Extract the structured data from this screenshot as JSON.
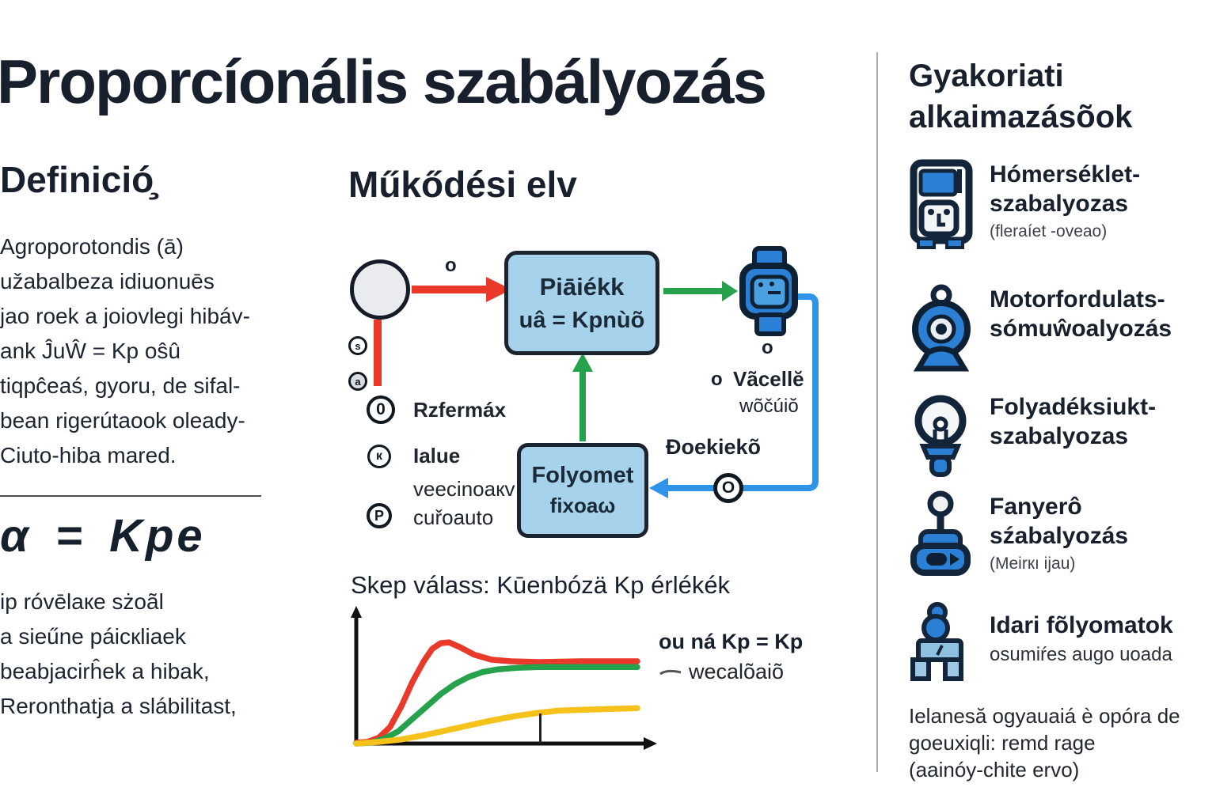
{
  "title": "Proporcíonális szabályozás",
  "colors": {
    "ink": "#18202d",
    "box_fill": "#a6d3eb",
    "box_border": "#1b232e",
    "arrow_red": "#e8392b",
    "arrow_green": "#27a24c",
    "arrow_blue": "#2f93e8",
    "curve_yellow": "#f5c21b",
    "icon_blue": "#2b7fd4",
    "icon_ink": "#13253a"
  },
  "left": {
    "heading": "Definició̧",
    "para1": [
      "Agroporotondis (ā)",
      "užabalbeza idiuonuēs",
      "jao roek a joiovlegi hibáv-",
      "ank ĴuŴ = Kp oŝû",
      "tiqpĉeaś, gyoru, de sifal-",
      "bean rigerútaook oleady-",
      "Ciuto-hiba mared."
    ],
    "formula": "α = Kpe",
    "para2": [
      "ip róvēlaкe sżoãl",
      "a sieűne páicкliaek",
      "beabjacirĥek a hibak,",
      "Reronthatja a slábilitast,"
    ]
  },
  "middle": {
    "heading": "Műkődési elv",
    "diagram": {
      "controller_box_line1": "Piāiékk",
      "controller_box_line2": "uâ = Kpnùõ",
      "process_box_line1": "Folyomet",
      "process_box_line2": "fixoaω",
      "sensor_label_line1": "Vãcellĕ",
      "sensor_label_line2": "wõčúiŏ",
      "feedback_label": "Đoekiekõ",
      "feedback_badge": "O",
      "badge_s": "s",
      "badge_a": "a",
      "stray_o1": "o",
      "stray_o2": "o",
      "stray_o3": "o",
      "legend": [
        {
          "badge": "0",
          "label": "Rzfermáx"
        },
        {
          "badge": "к",
          "label": "Ialue"
        },
        {
          "badge": "",
          "label": "veecinoaкv"
        },
        {
          "badge": "P",
          "label": "cuřoauto"
        }
      ]
    },
    "chart": {
      "title": "Skep válass: Kūenbózä Kp érlékék",
      "legend_line1": "ou ná Kp = Kp",
      "legend_line2": "wecalõaiõ"
    }
  },
  "chart_data": {
    "type": "line",
    "title": "Skep válass: Kūenbózä Kp érlékék",
    "xlabel": "",
    "ylabel": "",
    "x_range": [
      0,
      1
    ],
    "y_range": [
      0,
      1.3
    ],
    "grid": false,
    "legend_position": "right",
    "legend_entries": [
      "ou ná Kp = Kp",
      "wecalõaiõ"
    ],
    "annotations": [
      {
        "type": "x-tick",
        "x": 0.655
      }
    ],
    "series": [
      {
        "name": "red curve (high Kp, overshoot then settle at 1.0)",
        "color": "#e8392b",
        "points": [
          [
            0,
            0.01
          ],
          [
            0.04,
            0.02
          ],
          [
            0.08,
            0.07
          ],
          [
            0.12,
            0.2
          ],
          [
            0.16,
            0.45
          ],
          [
            0.2,
            0.75
          ],
          [
            0.24,
            1.0
          ],
          [
            0.27,
            1.15
          ],
          [
            0.3,
            1.22
          ],
          [
            0.33,
            1.23
          ],
          [
            0.37,
            1.17
          ],
          [
            0.42,
            1.08
          ],
          [
            0.48,
            1.02
          ],
          [
            0.55,
            1.0
          ],
          [
            0.65,
            0.99
          ],
          [
            0.8,
            1.0
          ],
          [
            1,
            1.0
          ]
        ]
      },
      {
        "name": "green curve (medium Kp, smooth rise to 0.93)",
        "color": "#27a24c",
        "points": [
          [
            0,
            0
          ],
          [
            0.05,
            0.01
          ],
          [
            0.1,
            0.06
          ],
          [
            0.15,
            0.15
          ],
          [
            0.2,
            0.3
          ],
          [
            0.25,
            0.45
          ],
          [
            0.3,
            0.6
          ],
          [
            0.35,
            0.72
          ],
          [
            0.4,
            0.81
          ],
          [
            0.45,
            0.87
          ],
          [
            0.5,
            0.9
          ],
          [
            0.57,
            0.92
          ],
          [
            0.65,
            0.93
          ],
          [
            0.8,
            0.93
          ],
          [
            1,
            0.93
          ]
        ]
      },
      {
        "name": "yellow curve (low Kp, slow rise to 0.43)",
        "color": "#f5c21b",
        "points": [
          [
            0,
            0
          ],
          [
            0.08,
            0.02
          ],
          [
            0.16,
            0.05
          ],
          [
            0.24,
            0.1
          ],
          [
            0.32,
            0.16
          ],
          [
            0.4,
            0.22
          ],
          [
            0.48,
            0.28
          ],
          [
            0.56,
            0.33
          ],
          [
            0.64,
            0.37
          ],
          [
            0.72,
            0.4
          ],
          [
            0.8,
            0.41
          ],
          [
            0.9,
            0.42
          ],
          [
            1,
            0.43
          ]
        ]
      }
    ]
  },
  "right": {
    "heading_line1": "Gyakoriati",
    "heading_line2": "alkaimazásõok",
    "items": [
      {
        "icon": "thermostat-icon",
        "line1": "Hómerséklet-",
        "line2": "szabalyozas",
        "note": "(fleraíet -oveao)"
      },
      {
        "icon": "webcam-icon",
        "line1": "Motorfordulats-",
        "line2": "sómuŵoalyozás",
        "note": ""
      },
      {
        "icon": "lightbulb-icon",
        "line1": "Folyadéksiukt-",
        "line2": "szabalyozas",
        "note": ""
      },
      {
        "icon": "joystick-icon",
        "line1": "Fanyerô",
        "line2": "sźabalyozás",
        "note": "(Meirкı ijau)"
      },
      {
        "icon": "robot-icon",
        "line1": "Idari fõlyomatok",
        "line2": "",
        "note": "osumiŕes augo uoada"
      }
    ],
    "footer": [
      "Ielanesă ogyauaiá è opóra de",
      "goeuxiqli: remd rage",
      "(aainóy-chite ervo)"
    ]
  }
}
